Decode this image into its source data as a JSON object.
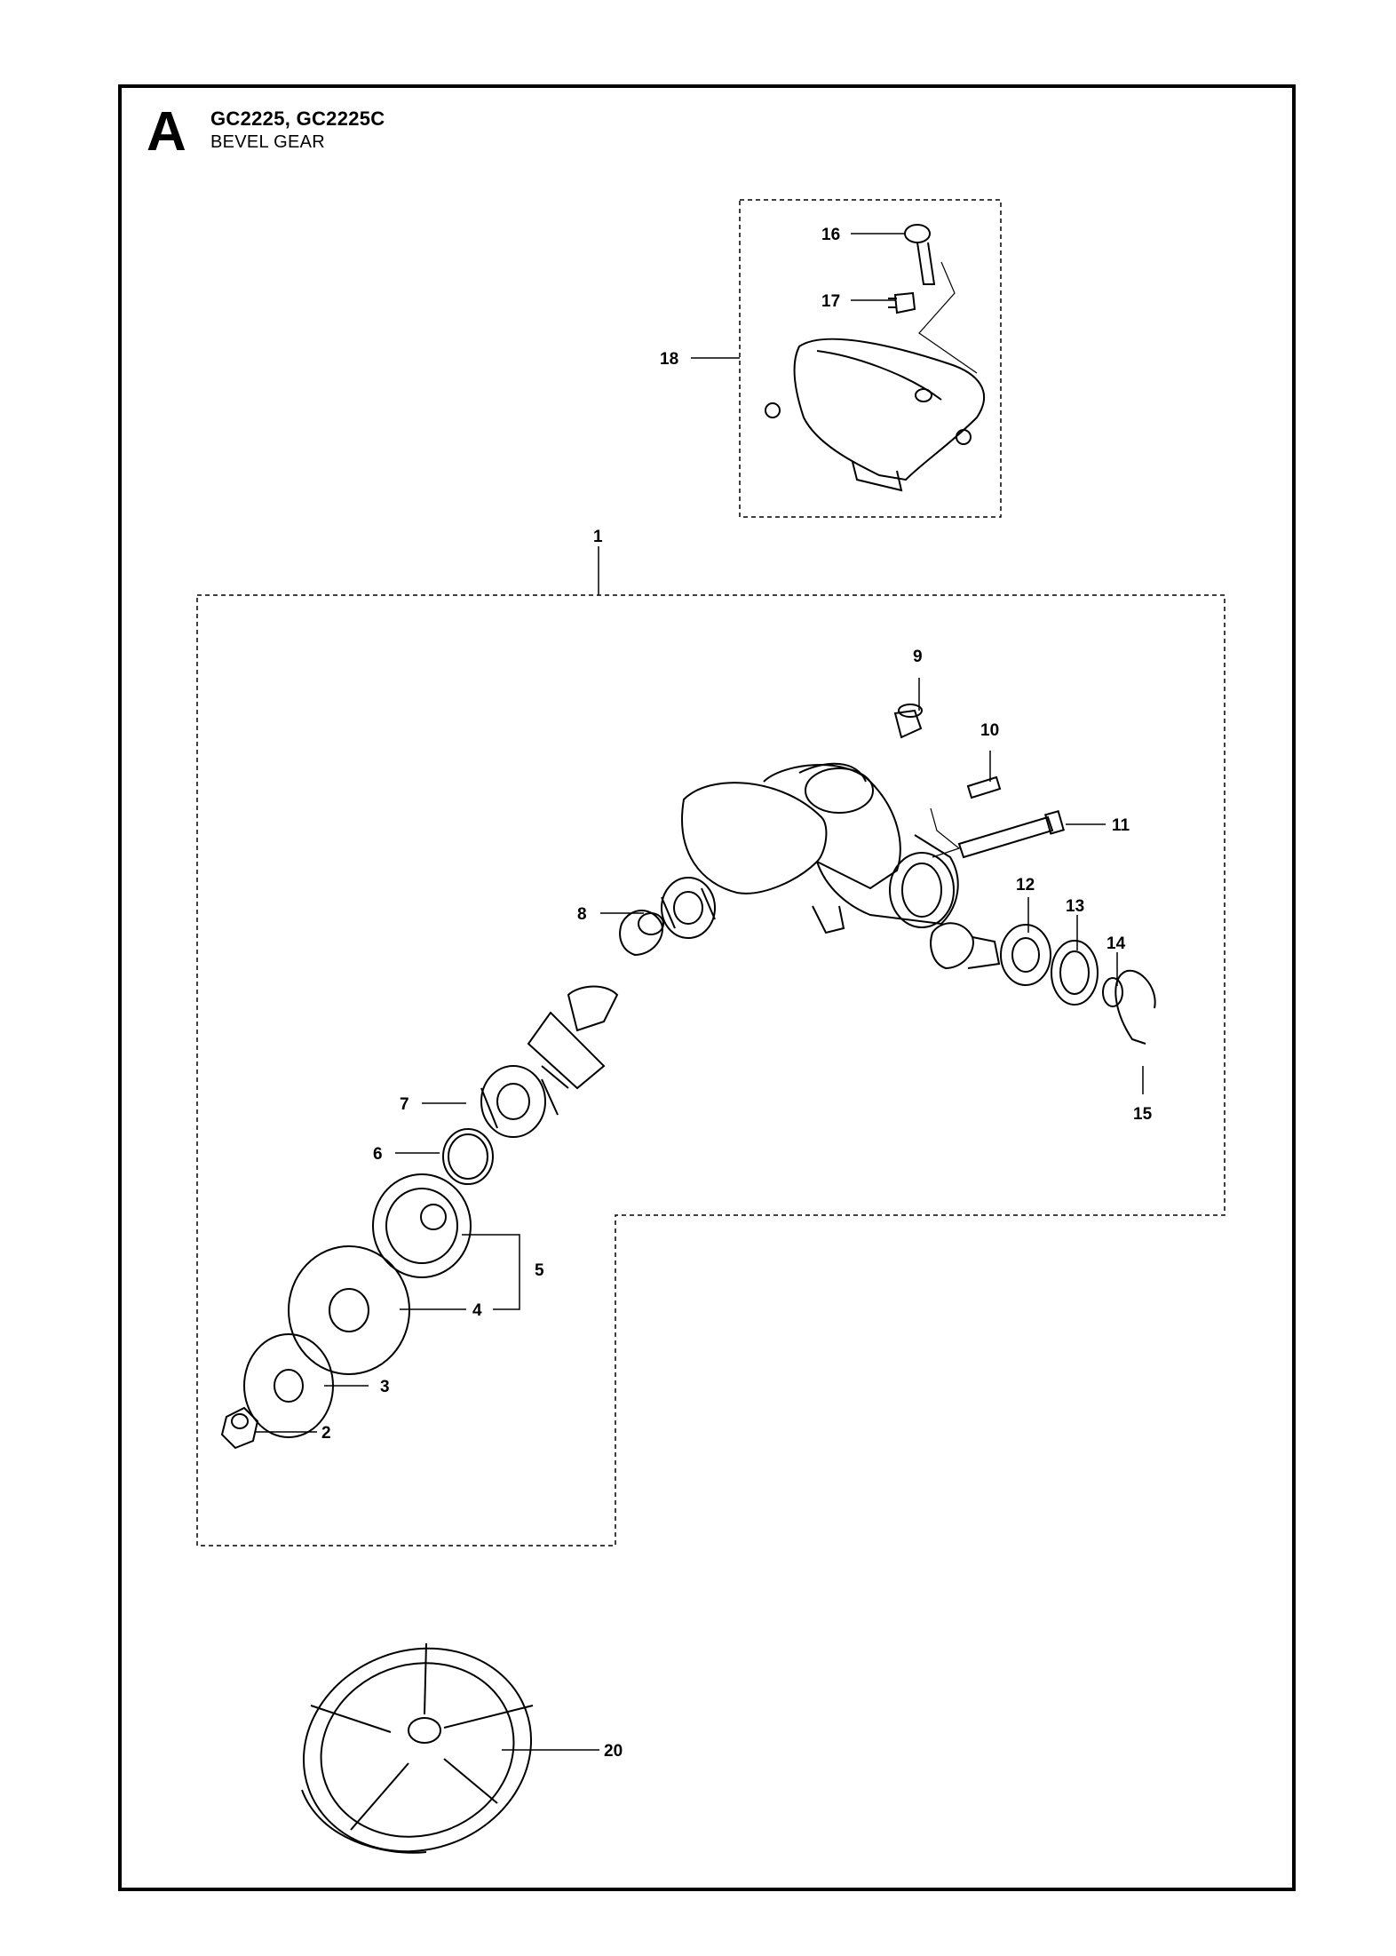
{
  "header": {
    "section_letter": "A",
    "model": "GC2225, GC2225C",
    "title": "BEVEL GEAR"
  },
  "callouts": [
    "1",
    "2",
    "3",
    "4",
    "5",
    "6",
    "7",
    "8",
    "9",
    "10",
    "11",
    "12",
    "13",
    "14",
    "15",
    "16",
    "17",
    "18",
    "20"
  ]
}
